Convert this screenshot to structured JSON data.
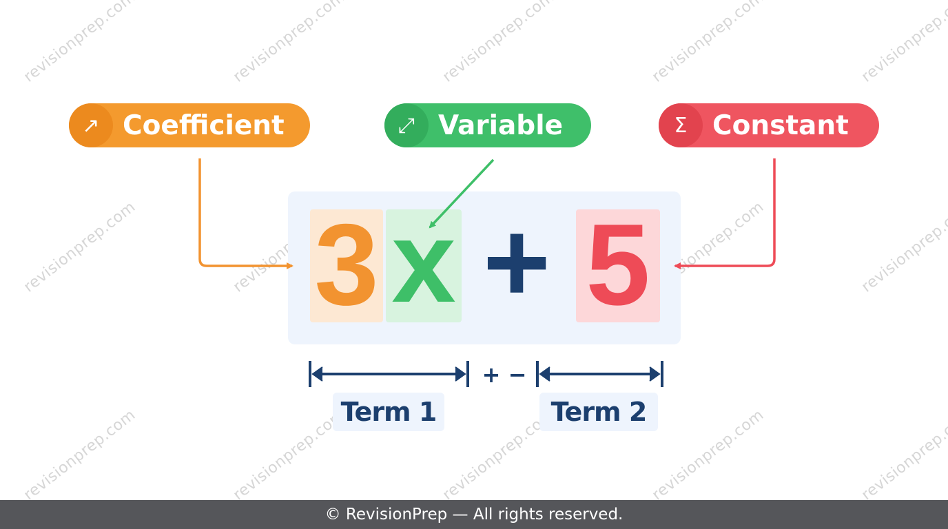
{
  "watermark": {
    "text": "revisionprep.com",
    "color": "#d6d6d6"
  },
  "labels": {
    "coefficient": {
      "text": "Coefficient",
      "icon": "arrow-up-right-icon",
      "icon_glyph": "↗",
      "color": "#f49a2e"
    },
    "variable": {
      "text": "Variable",
      "icon": "expand-diagonal-icon",
      "icon_glyph": "⤢",
      "color": "#3fbf6a"
    },
    "constant": {
      "text": "Constant",
      "icon": "sigma-icon",
      "icon_glyph": "Σ",
      "color": "#ef5560"
    }
  },
  "expression": {
    "coefficient": "3",
    "variable": "x",
    "operator": "+",
    "constant": "5"
  },
  "terms": {
    "term1": "Term 1",
    "term2": "Term 2",
    "between": "+ −"
  },
  "colors": {
    "navy": "#1c3f6e",
    "orange": "#f29330",
    "green": "#3ebf68",
    "red": "#ee4b57"
  },
  "footer": {
    "text": "© RevisionPrep — All rights reserved."
  }
}
